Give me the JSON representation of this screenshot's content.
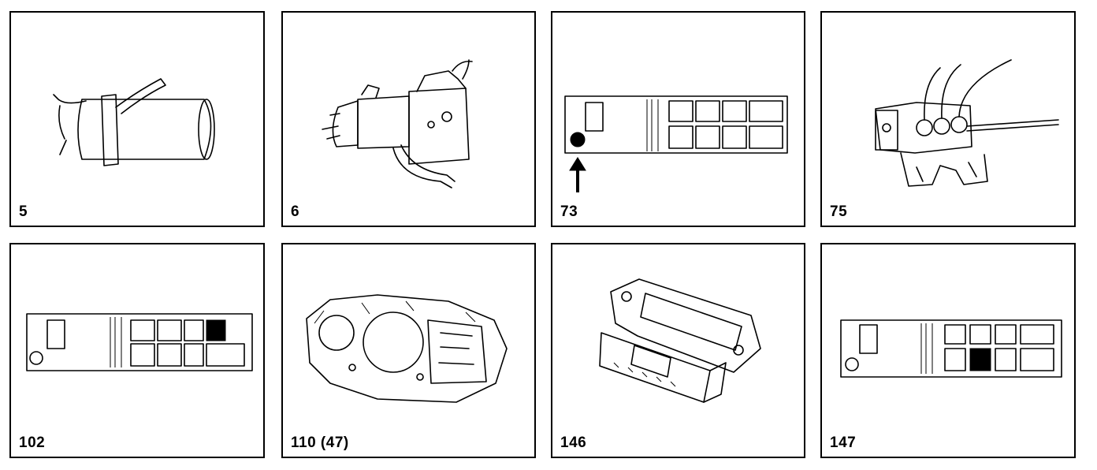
{
  "panels": [
    {
      "label": "5",
      "illustration": "relay-cylinder-icon"
    },
    {
      "label": "6",
      "illustration": "wiper-motor-icon"
    },
    {
      "label": "73",
      "illustration": "fusebox-arrow-icon"
    },
    {
      "label": "75",
      "illustration": "connector-block-icon"
    },
    {
      "label": "102",
      "illustration": "fusebox-marked-icon"
    },
    {
      "label": "110 (47)",
      "illustration": "instrument-cluster-icon"
    },
    {
      "label": "146",
      "illustration": "ignition-module-icon"
    },
    {
      "label": "147",
      "illustration": "fusebox-marked-icon"
    }
  ]
}
